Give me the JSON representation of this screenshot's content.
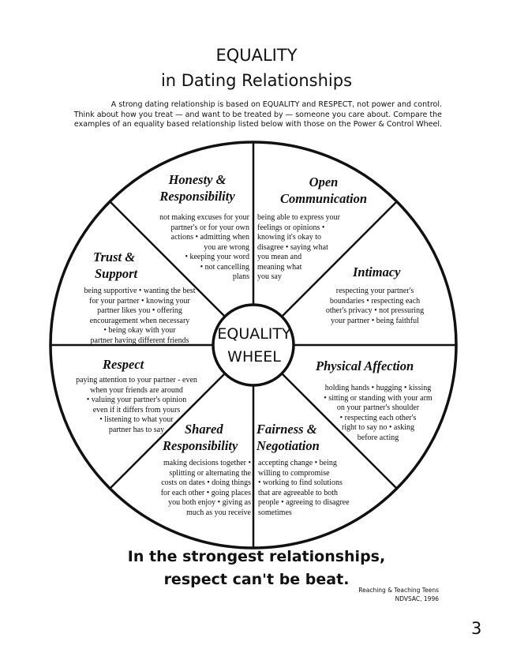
{
  "title_line1": "EQUALITY",
  "title_line2": "in Dating Relationships",
  "intro_lines": [
    "A strong dating relationship is based on EQUALITY and RESPECT, not power and control.",
    "Think about how you treat — and want to be treated by — someone you care about.  Compare the",
    "examples of an equality based relationship listed below with those on the Power & Control Wheel."
  ],
  "center": {
    "line1": "EQUALITY",
    "line2": "WHEEL"
  },
  "sections": {
    "honesty": {
      "heading": [
        "Honesty &",
        "Responsibility"
      ],
      "lines": [
        "not making excuses for your",
        "partner's or for your own",
        "actions • admitting when",
        "you are wrong",
        "• keeping your word",
        "• not cancelling",
        "plans"
      ]
    },
    "communication": {
      "heading": [
        "Open",
        "Communication"
      ],
      "lines": [
        "being able to express your",
        "feelings or opinions •",
        "knowing it's okay to",
        "disagree • saying what",
        "you mean and",
        "meaning what",
        "you say"
      ]
    },
    "trust": {
      "heading": [
        "Trust &",
        "Support"
      ],
      "lines": [
        "being supportive • wanting the best",
        "for your partner • knowing your",
        "partner likes you • offering",
        "encouragement when necessary",
        "• being okay with your",
        "partner having different friends"
      ]
    },
    "intimacy": {
      "heading": [
        "Intimacy"
      ],
      "lines": [
        "respecting your partner's",
        "boundaries • respecting each",
        "other's privacy • not pressuring",
        "your partner • being faithful"
      ]
    },
    "respect": {
      "heading": [
        "Respect"
      ],
      "lines": [
        "paying attention to your partner - even",
        "when your friends are around",
        "• valuing your partner's opinion",
        "even if it differs from yours",
        "• listening to what your",
        "partner has to say"
      ]
    },
    "affection": {
      "heading": [
        "Physical Affection"
      ],
      "lines": [
        "holding hands • hugging • kissing",
        "• sitting or standing  with your arm",
        "on your partner's shoulder",
        "• respecting each other's",
        "right to say no • asking",
        "before acting"
      ]
    },
    "shared": {
      "heading": [
        "Shared",
        "Responsibility"
      ],
      "lines": [
        "making decisions together •",
        "splitting or alternating the",
        "costs on dates • doing things",
        "for each other • going places",
        "you both enjoy • giving as",
        "much as you receive"
      ]
    },
    "fairness": {
      "heading": [
        "Fairness &",
        "Negotiation"
      ],
      "lines": [
        "accepting change • being",
        "willing to compromise",
        "• working to find solutions",
        "that are agreeable to both",
        "people • agreeing to disagree",
        "sometimes"
      ]
    }
  },
  "tagline": [
    "In the strongest relationships,",
    "respect can't be beat."
  ],
  "credit": [
    "Reaching & Teaching Teens",
    "NDVSAC, 1996"
  ],
  "page_number": "3"
}
